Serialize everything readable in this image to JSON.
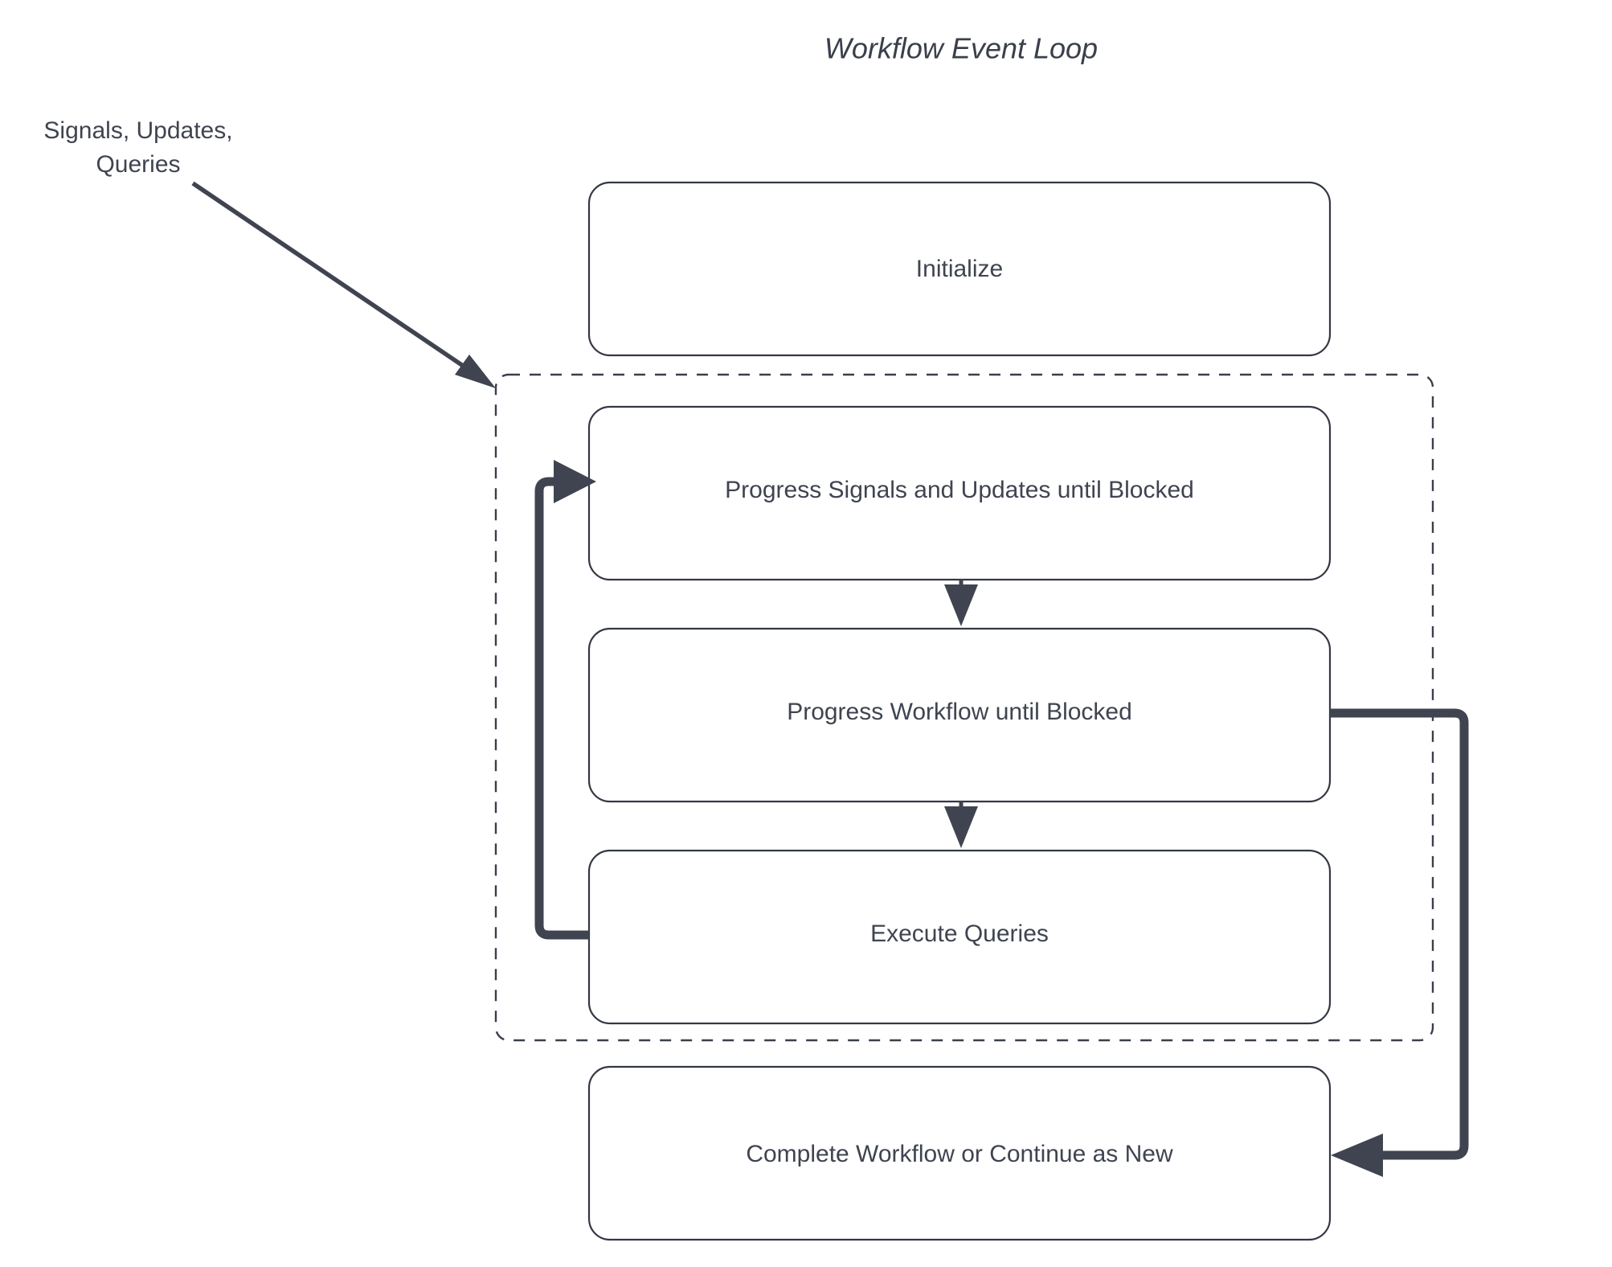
{
  "diagram": {
    "title": "Workflow Event Loop",
    "type": "flowchart",
    "background_color": "#ffffff",
    "stroke_color": "#3f4450",
    "box_fill_color": "#ffffff",
    "text_color": "#3f4450",
    "external_inputs": [
      {
        "name": "signals-updates-queries",
        "line1": "Signals, Updates,",
        "line2": "Queries",
        "target": "event-loop-container"
      }
    ],
    "nodes": [
      {
        "id": "initialize",
        "label": "Initialize",
        "inside_loop": false
      },
      {
        "id": "progress-signals-updates",
        "label": "Progress Signals and Updates until Blocked",
        "inside_loop": true
      },
      {
        "id": "progress-workflow",
        "label": "Progress Workflow until Blocked",
        "inside_loop": true
      },
      {
        "id": "execute-queries",
        "label": "Execute Queries",
        "inside_loop": true
      },
      {
        "id": "complete-workflow",
        "label": "Complete Workflow or Continue as New",
        "inside_loop": false
      }
    ],
    "loop_container": {
      "name": "event-loop-container",
      "style": "dashed",
      "contains": [
        "progress-signals-updates",
        "progress-workflow",
        "execute-queries"
      ]
    },
    "edges": [
      {
        "from": "progress-signals-updates",
        "to": "progress-workflow",
        "style": "straight-down"
      },
      {
        "from": "progress-workflow",
        "to": "execute-queries",
        "style": "straight-down"
      },
      {
        "from": "execute-queries",
        "to": "progress-signals-updates",
        "style": "loop-back-left"
      },
      {
        "from": "progress-workflow",
        "to": "complete-workflow",
        "style": "exit-right-then-down"
      }
    ]
  }
}
